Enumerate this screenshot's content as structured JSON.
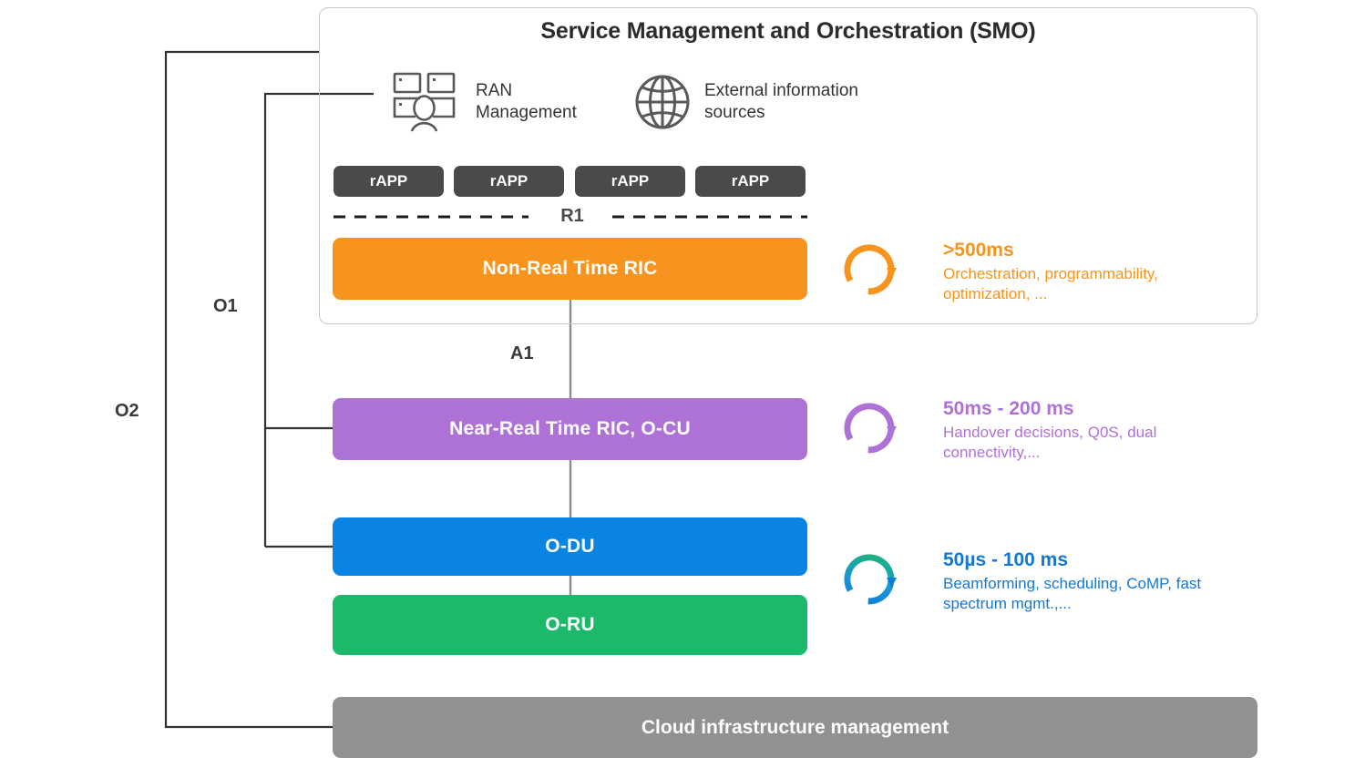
{
  "smo": {
    "title": "Service Management and Orchestration (SMO)",
    "icons": [
      {
        "name": "ran-management-icon",
        "caption": "RAN\nManagement"
      },
      {
        "name": "globe-icon",
        "caption": "External information\nsources"
      }
    ],
    "rapps": [
      {
        "label": "rAPP"
      },
      {
        "label": "rAPP"
      },
      {
        "label": "rAPP"
      },
      {
        "label": "rAPP"
      }
    ],
    "r1_label": "R1"
  },
  "blocks": {
    "non_rt_ric": "Non-Real Time RIC",
    "near_rt_ric": "Near-Real Time RIC, O-CU",
    "odu": "O-DU",
    "oru": "O-RU",
    "cloud": "Cloud infrastructure management"
  },
  "annotations": [
    {
      "name": "non-rt-ric-timing",
      "title": ">500ms",
      "description": "Orchestration, programmability,\noptimization, ...",
      "color": "#F7941D"
    },
    {
      "name": "near-rt-ric-timing",
      "title": "50ms - 200 ms",
      "description": "Handover decisions, Q0S, dual\nconnectivity,...",
      "color": "#AE72D6"
    },
    {
      "name": "odu-oru-timing",
      "title": "50µs - 100 ms",
      "description": "Beamforming, scheduling, CoMP, fast\nspectrum mgmt.,...",
      "color": "#1378D4"
    }
  ],
  "interfaces": {
    "o1": "O1",
    "o2": "O2",
    "a1": "A1"
  },
  "colors": {
    "non_rt_ric": "#F7941D",
    "near_rt_ric": "#AE72D6",
    "odu": "#0984E3",
    "oru": "#1DB96A",
    "cloud": "#919191",
    "rapp": "#4a4a4a",
    "connector": "#333333",
    "smo_border": "#c9c9c9"
  }
}
